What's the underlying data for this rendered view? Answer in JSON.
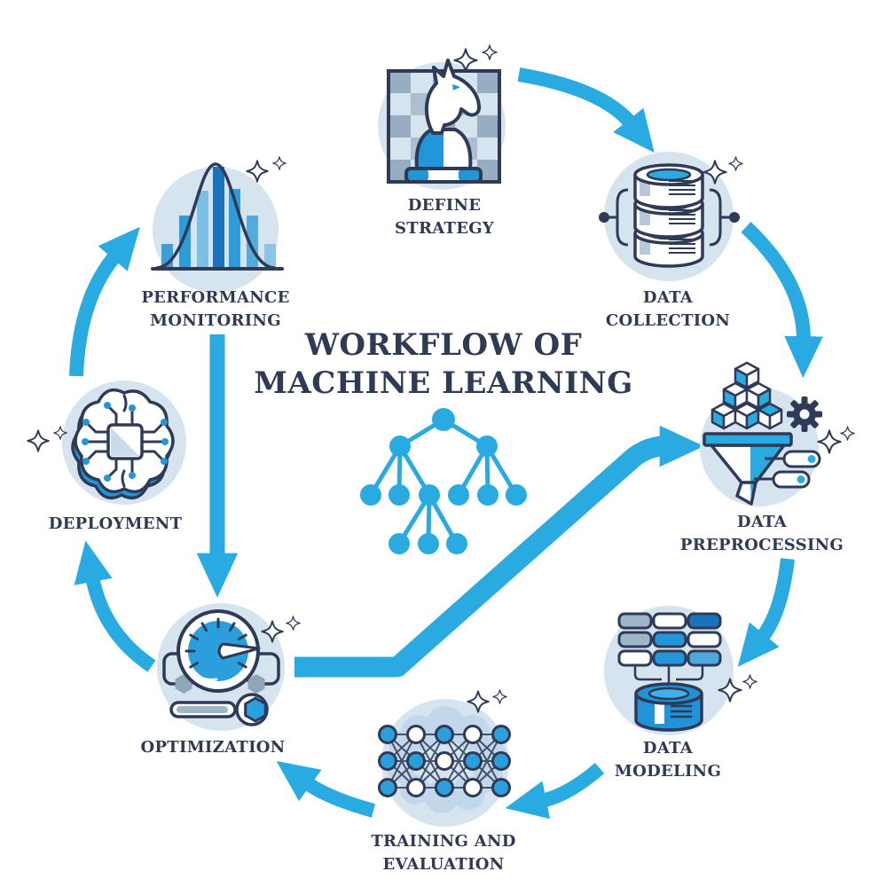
{
  "title": {
    "line1": "WORKFLOW OF",
    "line2": "MACHINE LEARNING"
  },
  "stages": [
    {
      "name": "define-strategy",
      "icon": "chess-knight-icon",
      "label_line1": "DEFINE",
      "label_line2": "STRATEGY"
    },
    {
      "name": "data-collection",
      "icon": "database-stack-icon",
      "label_line1": "DATA",
      "label_line2": "COLLECTION"
    },
    {
      "name": "data-preprocessing",
      "icon": "funnel-cubes-gear-icon",
      "label_line1": "DATA",
      "label_line2": "PREPROCESSING"
    },
    {
      "name": "data-modeling",
      "icon": "blocks-to-database-icon",
      "label_line1": "DATA",
      "label_line2": "MODELING"
    },
    {
      "name": "training-evaluation",
      "icon": "neural-network-icon",
      "label_line1": "TRAINING AND",
      "label_line2": "EVALUATION"
    },
    {
      "name": "optimization",
      "icon": "gauge-wrench-icon",
      "label_line1": "OPTIMIZATION",
      "label_line2": ""
    },
    {
      "name": "deployment",
      "icon": "brain-chip-icon",
      "label_line1": "DEPLOYMENT",
      "label_line2": ""
    },
    {
      "name": "performance-monitoring",
      "icon": "histogram-bell-curve-icon",
      "label_line1": "PERFORMANCE",
      "label_line2": "MONITORING"
    }
  ],
  "center_graphic": {
    "type": "decision-tree",
    "levels": 4,
    "node_count": 12
  },
  "arrows": [
    {
      "name": "strategy-to-collection",
      "from": "define-strategy",
      "to": "data-collection"
    },
    {
      "name": "collection-to-preprocessing",
      "from": "data-collection",
      "to": "data-preprocessing"
    },
    {
      "name": "preprocessing-to-modeling",
      "from": "data-preprocessing",
      "to": "data-modeling"
    },
    {
      "name": "modeling-to-training",
      "from": "data-modeling",
      "to": "training-evaluation"
    },
    {
      "name": "training-to-optimization",
      "from": "training-evaluation",
      "to": "optimization"
    },
    {
      "name": "optimization-to-deployment",
      "from": "optimization",
      "to": "deployment"
    },
    {
      "name": "deployment-to-monitoring",
      "from": "deployment",
      "to": "performance-monitoring"
    },
    {
      "name": "monitoring-to-optimization",
      "from": "performance-monitoring",
      "to": "optimization"
    },
    {
      "name": "optimization-to-preprocessing-long",
      "from": "optimization",
      "to": "data-preprocessing"
    }
  ],
  "colors": {
    "arrow_blue": "#29ABE2",
    "outline_navy": "#2E3A56",
    "text_navy": "#2F3A55",
    "circle_bg": "#D6E4F0",
    "mid_blue": "#2196D9",
    "bright_blue": "#29ABE2",
    "dark_blue": "#1B74BB",
    "gray_blue": "#9FB6C8",
    "pale_blue": "#C2D8EA"
  }
}
